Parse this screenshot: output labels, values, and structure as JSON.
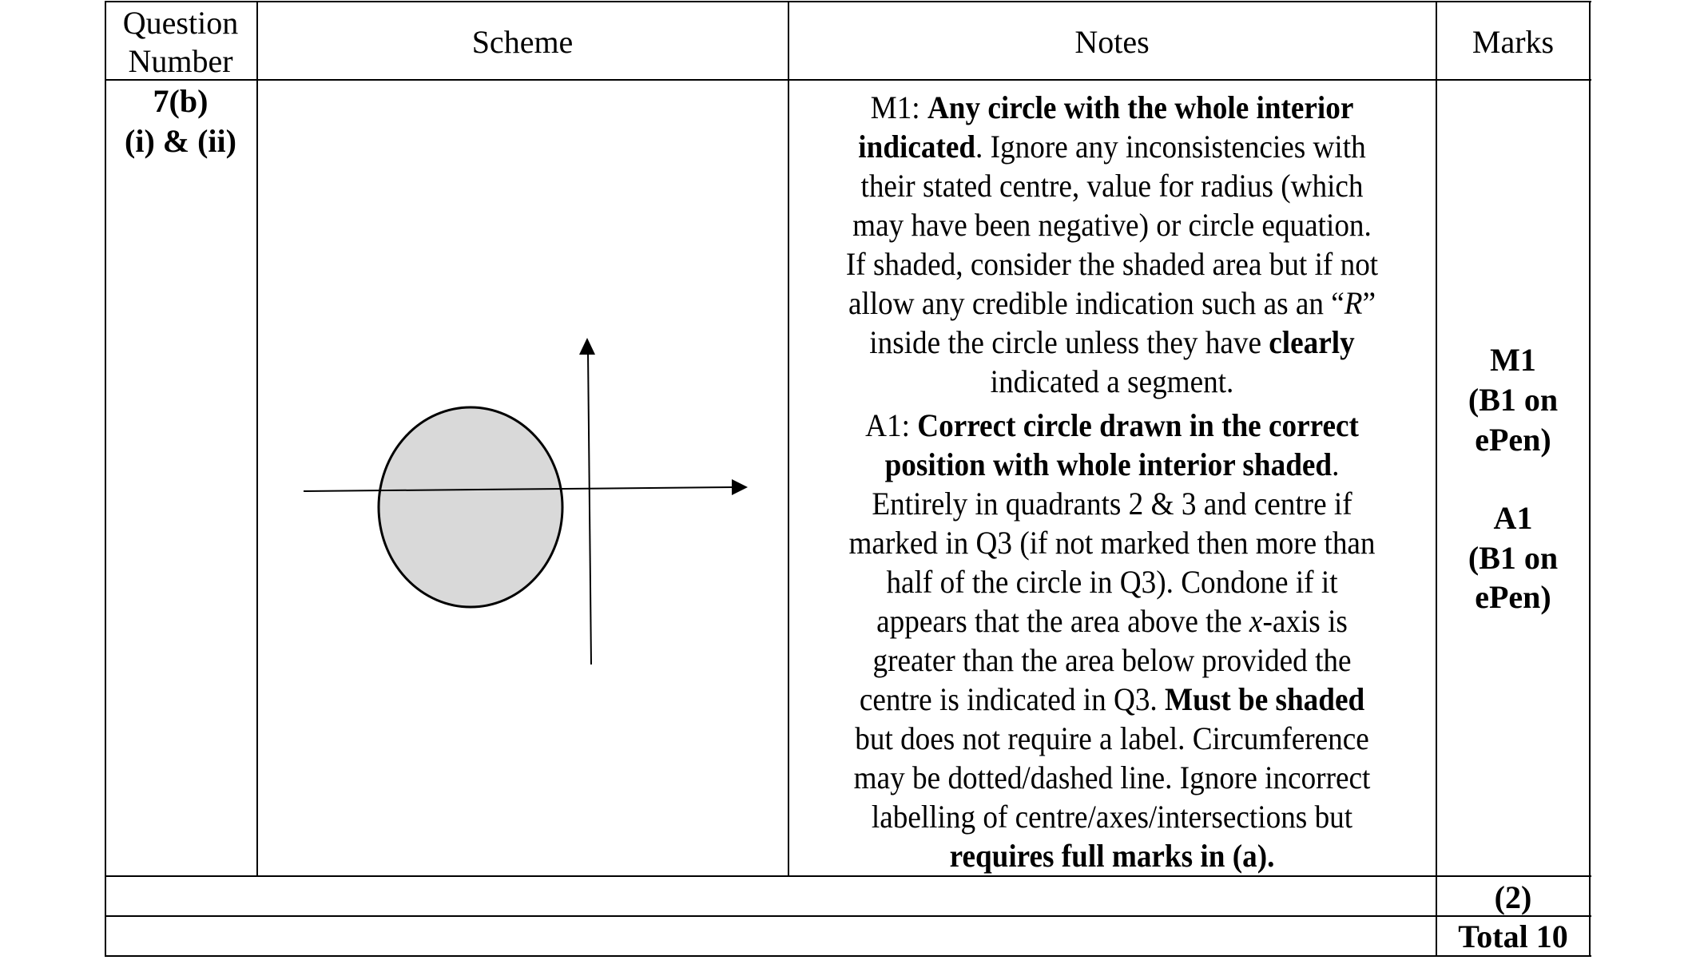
{
  "header": {
    "question_number_line1": "Question",
    "question_number_line2": "Number",
    "scheme": "Scheme",
    "notes": "Notes",
    "marks": "Marks"
  },
  "row": {
    "question_line1": "7(b)",
    "question_line2": "(i) & (ii)",
    "notes_lines": [
      [
        {
          "t": "M1: ",
          "s": "n"
        },
        {
          "t": "Any circle with the whole interior",
          "s": "b"
        }
      ],
      [
        {
          "t": "indicated",
          "s": "b"
        },
        {
          "t": ". Ignore any inconsistencies with",
          "s": "n"
        }
      ],
      [
        {
          "t": "their stated centre, value for radius (which",
          "s": "n"
        }
      ],
      [
        {
          "t": "may have been negative) or circle equation.",
          "s": "n"
        }
      ],
      [
        {
          "t": "If shaded, consider the shaded area but if not",
          "s": "n"
        }
      ],
      [
        {
          "t": "allow any credible indication such as an “",
          "s": "n"
        },
        {
          "t": "R",
          "s": "i"
        },
        {
          "t": "”",
          "s": "n"
        }
      ],
      [
        {
          "t": "inside the circle unless they have ",
          "s": "n"
        },
        {
          "t": "clearly",
          "s": "b"
        }
      ],
      [
        {
          "t": "indicated a segment.",
          "s": "n"
        }
      ],
      [
        {
          "t": "A1: ",
          "s": "n"
        },
        {
          "t": "Correct circle drawn in the correct",
          "s": "b"
        }
      ],
      [
        {
          "t": "position with whole interior shaded",
          "s": "b"
        },
        {
          "t": ".",
          "s": "n"
        }
      ],
      [
        {
          "t": "Entirely in quadrants 2 & 3 and centre if",
          "s": "n"
        }
      ],
      [
        {
          "t": "marked in Q3 (if not marked then more than",
          "s": "n"
        }
      ],
      [
        {
          "t": "half of the circle in Q3). Condone if it",
          "s": "n"
        }
      ],
      [
        {
          "t": "appears that the area above the ",
          "s": "n"
        },
        {
          "t": "x",
          "s": "i"
        },
        {
          "t": "-axis is",
          "s": "n"
        }
      ],
      [
        {
          "t": "greater than the area below provided the",
          "s": "n"
        }
      ],
      [
        {
          "t": "centre is indicated in Q3. ",
          "s": "n"
        },
        {
          "t": "Must be shaded",
          "s": "b"
        }
      ],
      [
        {
          "t": "but does not require a label. Circumference",
          "s": "n"
        }
      ],
      [
        {
          "t": "may be dotted/dashed line. Ignore incorrect",
          "s": "n"
        }
      ],
      [
        {
          "t": "labelling of centre/axes/intersections but",
          "s": "n"
        }
      ],
      [
        {
          "t": "requires full marks in (a).",
          "s": "b"
        }
      ]
    ],
    "marks_lines": [
      "M1",
      "(B1 on",
      "ePen)",
      "A1",
      "(B1 on",
      "ePen)"
    ]
  },
  "subtotal": "(2)",
  "total": "Total 10",
  "colors": {
    "circle_fill": "#d9d9d9",
    "lines": "#000000"
  }
}
